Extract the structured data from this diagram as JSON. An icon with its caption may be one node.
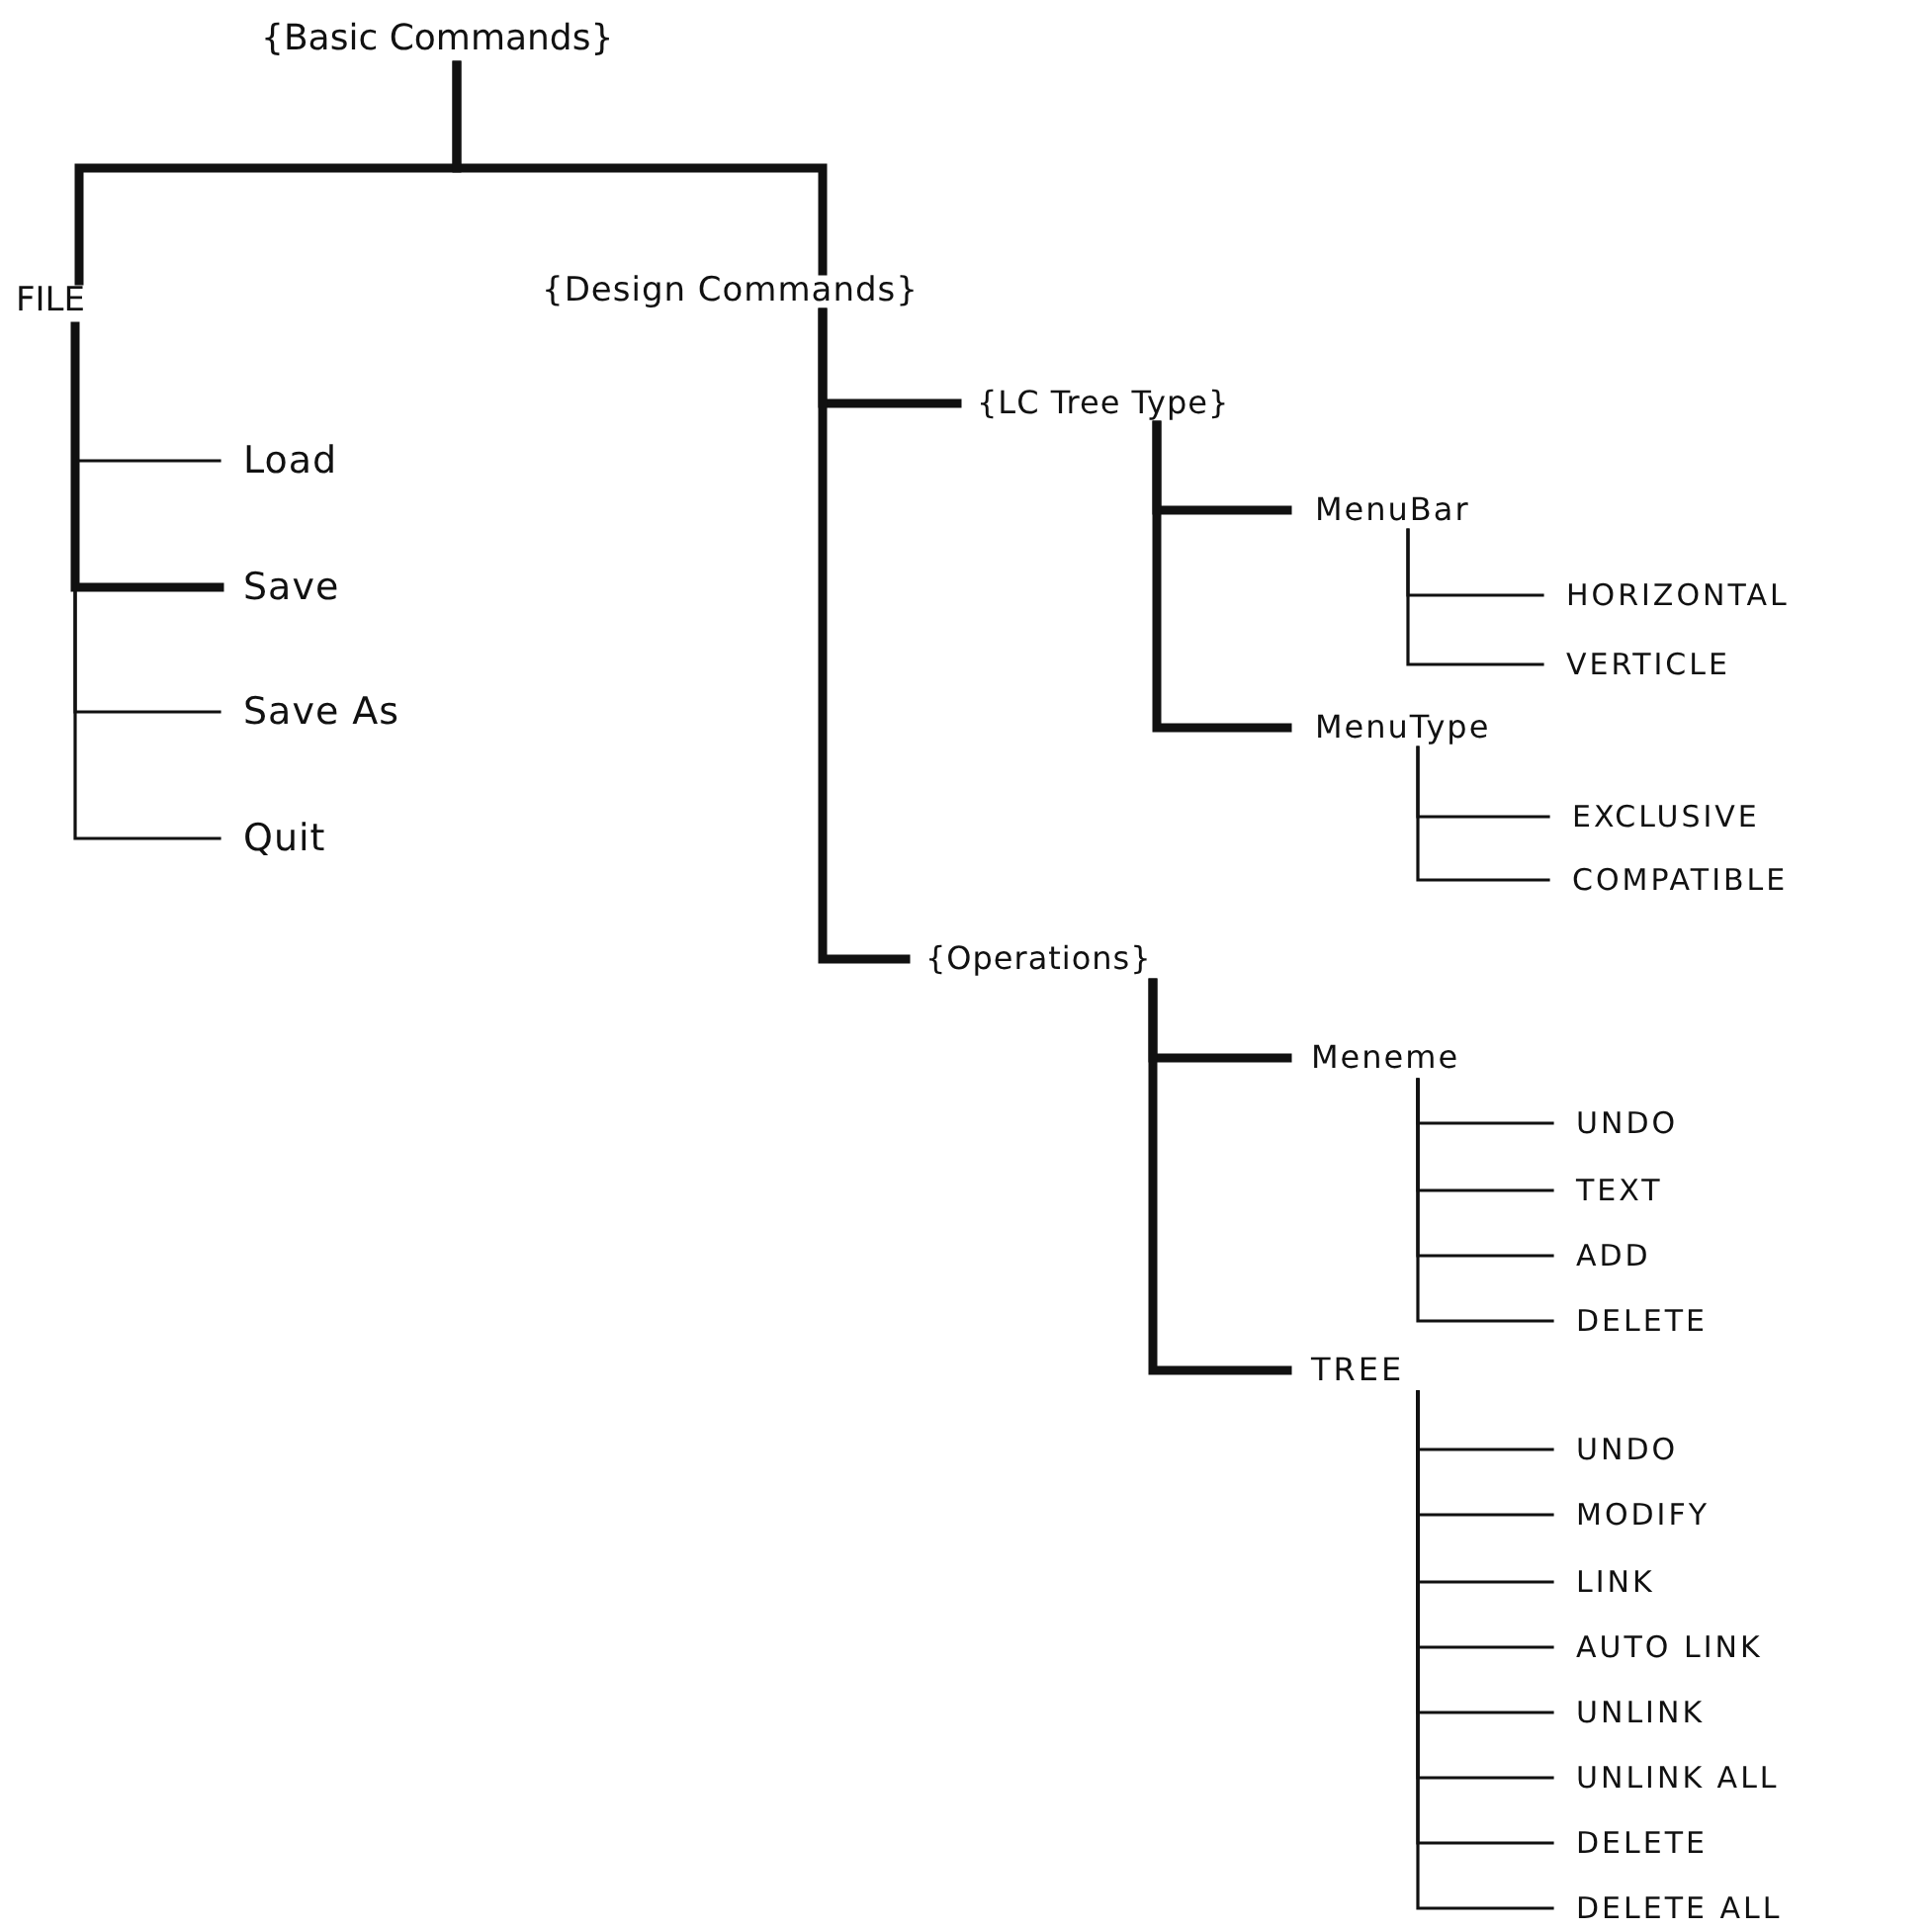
{
  "diagram": {
    "nodes": [
      {
        "text": [
          "{Basic Commands}"
        ]
      },
      {
        "text": [
          "FILE"
        ]
      },
      {
        "text": [
          "{Design Commands}"
        ]
      },
      {
        "text": [
          "Load"
        ]
      },
      {
        "text": [
          "Save"
        ]
      },
      {
        "text": [
          "Save As"
        ]
      },
      {
        "text": [
          "Quit"
        ]
      },
      {
        "text": [
          "{LC Tree Type}"
        ]
      },
      {
        "text": [
          "MenuBar"
        ]
      },
      {
        "text": [
          "HORIZONTAL"
        ]
      },
      {
        "text": [
          "VERTICLE"
        ]
      },
      {
        "text": [
          "MenuType"
        ]
      },
      {
        "text": [
          "EXCLUSIVE"
        ]
      },
      {
        "text": [
          "COMPATIBLE"
        ]
      },
      {
        "text": [
          "{Operations}"
        ]
      },
      {
        "text": [
          "Meneme"
        ]
      },
      {
        "text": [
          "UNDO"
        ]
      },
      {
        "text": [
          "TEXT"
        ]
      },
      {
        "text": [
          "ADD"
        ]
      },
      {
        "text": [
          "DELETE"
        ]
      },
      {
        "text": [
          "TREE"
        ]
      },
      {
        "text": [
          "UNDO"
        ]
      },
      {
        "text": [
          "MODIFY"
        ]
      },
      {
        "text": [
          "LINK"
        ]
      },
      {
        "text": [
          "AUTO LINK"
        ]
      },
      {
        "text": [
          "UNLINK"
        ]
      },
      {
        "text": [
          "UNLINK ALL"
        ]
      },
      {
        "text": [
          "DELETE"
        ]
      },
      {
        "text": [
          "DELETE ALL"
        ]
      }
    ],
    "edges": [
      {
        "from": 0,
        "to": 1,
        "arrow": "none",
        "style": "thick"
      },
      {
        "from": 0,
        "to": 2,
        "arrow": "none",
        "style": "thick"
      },
      {
        "from": 1,
        "to": 3,
        "arrow": "none"
      },
      {
        "from": 1,
        "to": 4,
        "arrow": "none",
        "style": "thick"
      },
      {
        "from": 1,
        "to": 5,
        "arrow": "none"
      },
      {
        "from": 1,
        "to": 6,
        "arrow": "none"
      },
      {
        "from": 2,
        "to": 7,
        "arrow": "none",
        "style": "thick"
      },
      {
        "from": 2,
        "to": 14,
        "arrow": "none",
        "style": "thick"
      },
      {
        "from": 7,
        "to": 8,
        "arrow": "none",
        "style": "thick"
      },
      {
        "from": 7,
        "to": 11,
        "arrow": "none",
        "style": "thick"
      },
      {
        "from": 8,
        "to": 9,
        "arrow": "none"
      },
      {
        "from": 8,
        "to": 10,
        "arrow": "none"
      },
      {
        "from": 11,
        "to": 12,
        "arrow": "none"
      },
      {
        "from": 11,
        "to": 13,
        "arrow": "none"
      },
      {
        "from": 14,
        "to": 15,
        "arrow": "none",
        "style": "thick"
      },
      {
        "from": 14,
        "to": 20,
        "arrow": "none",
        "style": "thick"
      },
      {
        "from": 15,
        "to": 16,
        "arrow": "none"
      },
      {
        "from": 15,
        "to": 17,
        "arrow": "none"
      },
      {
        "from": 15,
        "to": 18,
        "arrow": "none"
      },
      {
        "from": 15,
        "to": 19,
        "arrow": "none"
      },
      {
        "from": 20,
        "to": 21,
        "arrow": "none"
      },
      {
        "from": 20,
        "to": 22,
        "arrow": "none"
      },
      {
        "from": 20,
        "to": 23,
        "arrow": "none"
      },
      {
        "from": 20,
        "to": 24,
        "arrow": "none"
      },
      {
        "from": 20,
        "to": 25,
        "arrow": "none"
      },
      {
        "from": 20,
        "to": 26,
        "arrow": "none"
      },
      {
        "from": 20,
        "to": 27,
        "arrow": "none"
      },
      {
        "from": 20,
        "to": 28,
        "arrow": "none"
      }
    ]
  }
}
